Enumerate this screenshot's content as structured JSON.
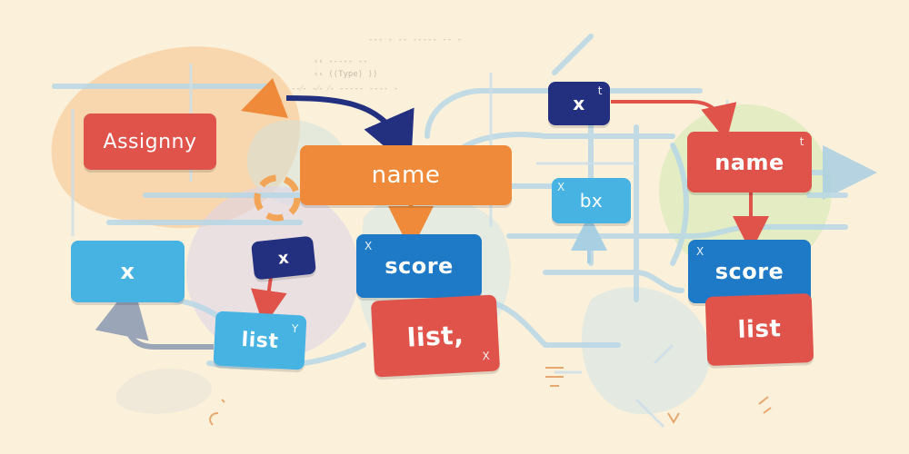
{
  "colors": {
    "background": "#fbf0da",
    "orange": "#ef8a3a",
    "red": "#e0534a",
    "light_blue": "#47b3e3",
    "blue": "#1e79c6",
    "navy": "#232f7f",
    "pipe_blue": "#b7d7e6"
  },
  "nodes": {
    "assign": {
      "label": "Assignny"
    },
    "name_center": {
      "label": "name"
    },
    "x_left": {
      "label": "x"
    },
    "x_small": {
      "label": "x"
    },
    "list_small": {
      "label": "list",
      "mark": "Y"
    },
    "score_center": {
      "label": "score",
      "mark": "X"
    },
    "list_center": {
      "label": "list,",
      "mark": "X"
    },
    "x_top": {
      "label": "x",
      "mark": "t"
    },
    "bx": {
      "label": "bx",
      "mark": "X"
    },
    "name_right": {
      "label": "name",
      "mark": "t"
    },
    "score_right": {
      "label": "score",
      "mark": "X"
    },
    "list_right": {
      "label": "list"
    }
  },
  "decor_text": {
    "line1": "‑‑‑ ‑ ‑‑ ‑‑‑‑‑ ‑‑ ‑",
    "line2": "‹‹ ‑‑‑‑‑ ‑‑",
    "line3": "‹‹ ⟨⟨Type⟩ ⟩⟩",
    "line4": "‑‑⁄‑ ‑⁄‑ ⁄‑ ‑‑‑‑‑ ‑‑‑‑ ‑"
  }
}
